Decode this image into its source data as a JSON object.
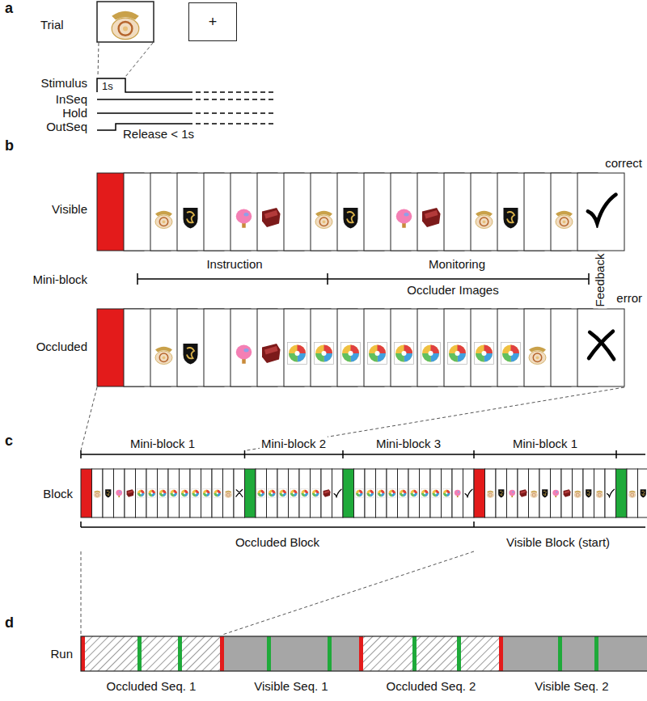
{
  "diagram": {
    "nodes": [
      {
        "text": [
          "+"
        ]
      }
    ],
    "labels": [
      "a",
      "Trial",
      "Stimulus",
      "1s",
      "InSeq",
      "Hold",
      "OutSeq",
      "Release < 1s",
      "b",
      "Visible",
      "correct",
      "Mini-block",
      "Instruction",
      "Monitoring",
      "Occluder Images",
      "Feedback",
      "Occluded",
      "error",
      "c",
      "Mini-block 1",
      "Mini-block 2",
      "Mini-block 3",
      "Mini-block 1",
      "Block",
      "Occluded Block",
      "Visible Block (start)",
      "d",
      "Run",
      "Occluded Seq. 1",
      "Visible Seq. 1",
      "Occluded Seq. 2",
      "Visible Seq. 2"
    ]
  }
}
